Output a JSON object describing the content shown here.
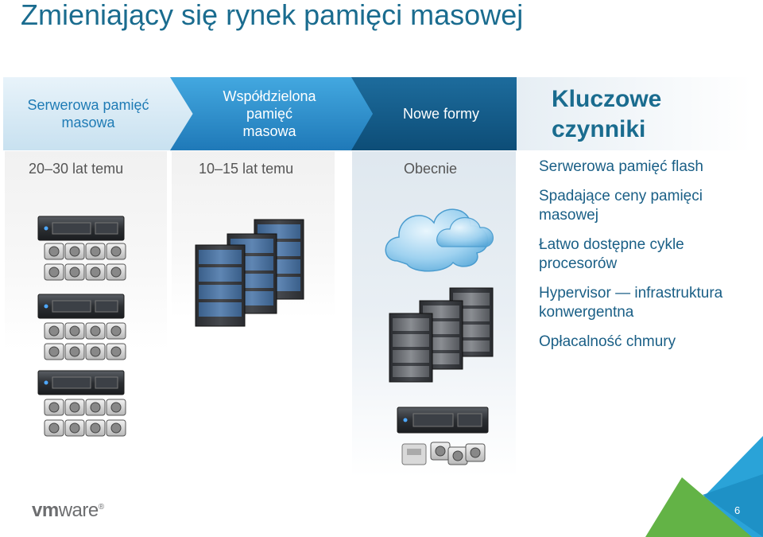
{
  "slide": {
    "title": "Zmieniający się rynek pamięci masowej",
    "page_number": "6"
  },
  "phases": [
    {
      "label_lines": [
        "Serwerowa pamięć",
        "masowa"
      ],
      "era": "20–30 lat temu"
    },
    {
      "label_lines": [
        "Współdzielona",
        "pamięć",
        "masowa"
      ],
      "era": "10–15 lat temu"
    },
    {
      "label_lines": [
        "Nowe formy"
      ],
      "era": "Obecnie"
    }
  ],
  "key_drivers": {
    "title_lines": [
      "Kluczowe",
      "czynniki"
    ],
    "items": [
      "Serwerowa pamięć flash",
      "Spadające ceny pamięci masowej",
      "Łatwo dostępne cykle procesorów",
      "Hypervisor — infrastruktura konwergentna",
      "Opłacalność chmury"
    ]
  },
  "branding": {
    "logo_parts": [
      "vm",
      "ware",
      "®"
    ]
  },
  "colors": {
    "title": "#1a6c8f",
    "chevron_light": "#c8e1f0",
    "chevron_mid": "#2d8cca",
    "chevron_dark": "#14557f",
    "accent_green": "#63b346",
    "accent_blue": "#2aa3d8"
  }
}
